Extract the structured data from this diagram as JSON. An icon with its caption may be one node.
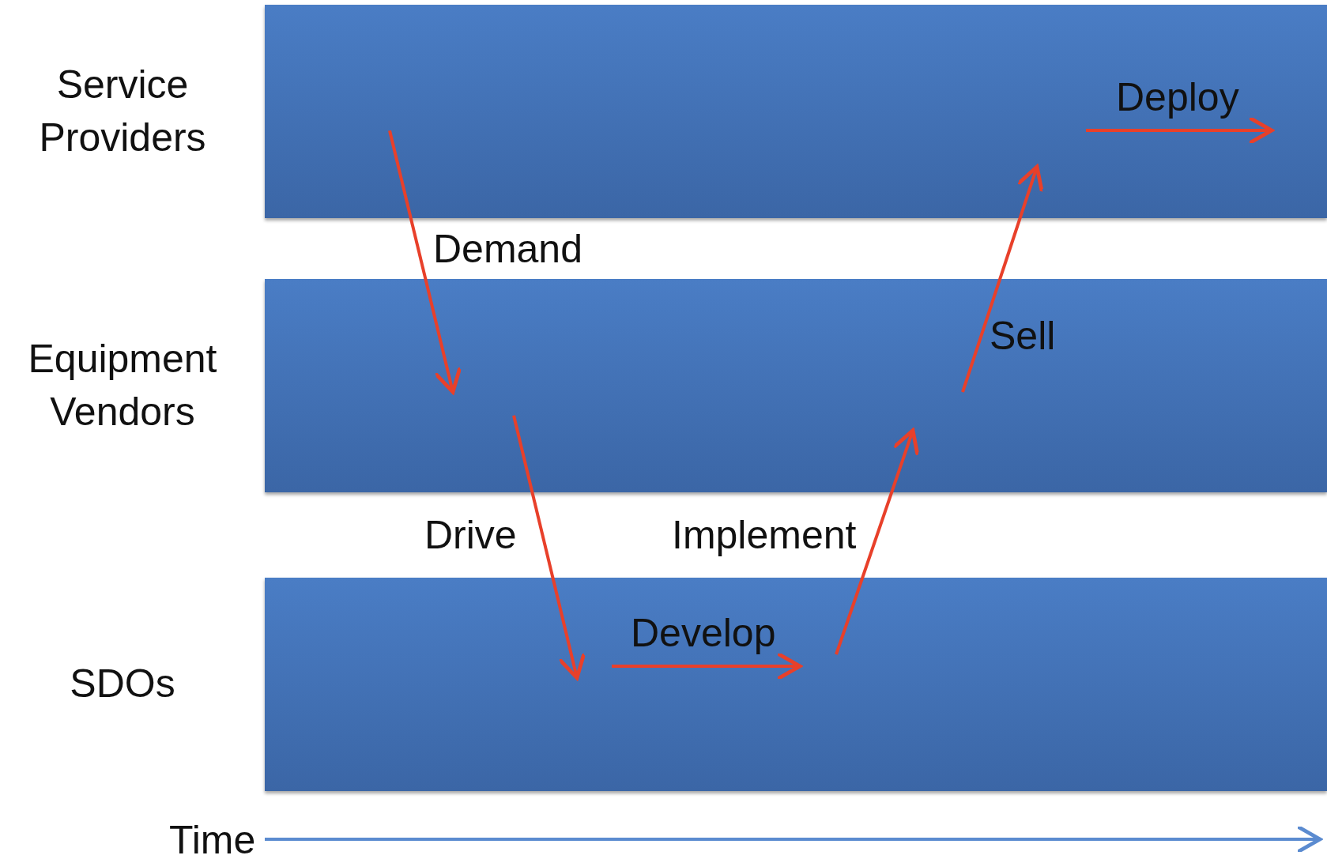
{
  "diagram": {
    "nodes": [
      {
        "text": [
          "Service Providers"
        ]
      },
      {
        "text": [
          "Equipment Vendors"
        ]
      },
      {
        "text": [
          "SDOs"
        ]
      }
    ],
    "edges": [
      {
        "from": 0,
        "to": 1,
        "arrow": "to",
        "label": "Demand",
        "color": "#e8402a"
      },
      {
        "from": 1,
        "to": 2,
        "arrow": "to",
        "label": "Drive",
        "color": "#e8402a"
      },
      {
        "from": 2,
        "to": 1,
        "arrow": "to",
        "label": "Implement",
        "color": "#e8402a"
      },
      {
        "from": 1,
        "to": 0,
        "arrow": "to",
        "label": "Sell",
        "color": "#e8402a"
      }
    ],
    "labels": [
      "Deploy",
      "Develop",
      "Time"
    ]
  }
}
